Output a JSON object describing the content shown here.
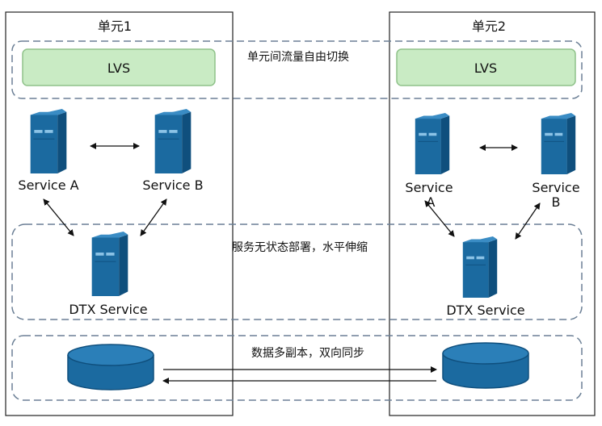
{
  "units": [
    {
      "title": "单元1",
      "lvs": "LVS",
      "service_a": "Service A",
      "service_b": "Service B",
      "dtx": "DTX Service"
    },
    {
      "title": "单元2",
      "lvs": "LVS",
      "service_a_line1": "Service",
      "service_a_line2": "A",
      "service_b_line1": "Service",
      "service_b_line2": "B",
      "dtx": "DTX Service"
    }
  ],
  "notes": {
    "traffic": "单元间流量自由切换",
    "stateless": "服务无状态部署，水平伸缩",
    "replica": "数据多副本，双向同步"
  },
  "colors": {
    "server_body": "#1b6aa0",
    "server_side": "#0f4f7d",
    "server_top": "#3a8cc4",
    "lvs_fill": "#c9ebc4",
    "db_fill": "#1b6aa0",
    "db_top": "#2b7fb8"
  },
  "icons": [
    "server-icon",
    "database-icon"
  ]
}
